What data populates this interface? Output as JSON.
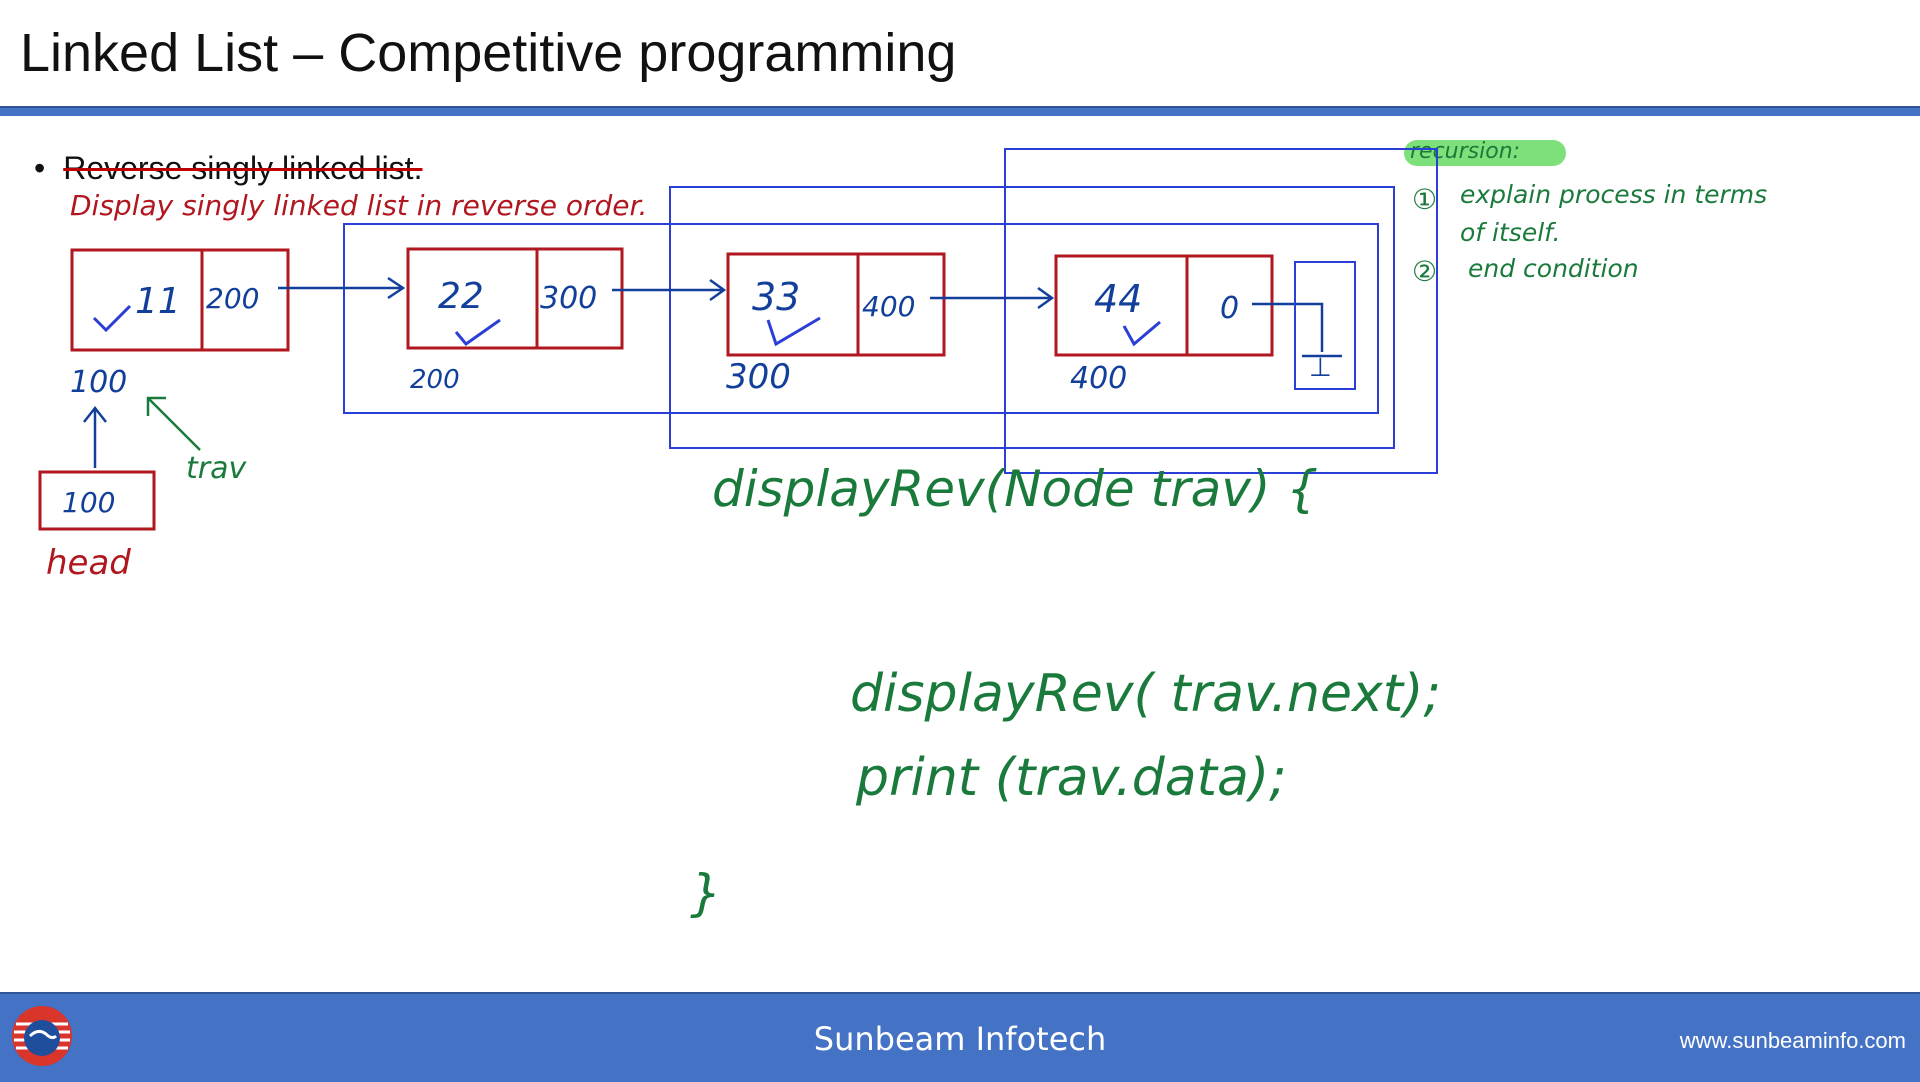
{
  "slide": {
    "title": "Linked List – Competitive programming",
    "bullet_text": "Reverse singly linked list."
  },
  "annotations": {
    "task": "Display singly linked list in reverse order.",
    "recursion_heading": "recursion:",
    "recursion_point_1_num": "①",
    "recursion_point_1_line1": "explain process in terms",
    "recursion_point_1_line2": "of itself.",
    "recursion_point_2_num": "②",
    "recursion_point_2": "end condition",
    "func_signature": "displayRev(Node trav) {",
    "code_line_1": "displayRev( trav.next);",
    "code_line_2": "print (trav.data);",
    "closing_brace": "}",
    "head_value": "100",
    "head_label": "head",
    "trav_label": "trav",
    "null_mark": "⊥"
  },
  "nodes": [
    {
      "data": "11",
      "next": "200",
      "address": "100"
    },
    {
      "data": "22",
      "next": "300",
      "address": "200"
    },
    {
      "data": "33",
      "next": "400",
      "address": "300"
    },
    {
      "data": "44",
      "next": "0",
      "address": "400"
    }
  ],
  "footer": {
    "company": "Sunbeam Infotech",
    "url": "www.sunbeaminfo.com"
  },
  "colors": {
    "accent_blue": "#4472c4",
    "node_border": "#b0171f",
    "pen_blue": "#123f9a",
    "pen_green": "#1a7a3c",
    "highlight_green": "#7ee07a"
  }
}
